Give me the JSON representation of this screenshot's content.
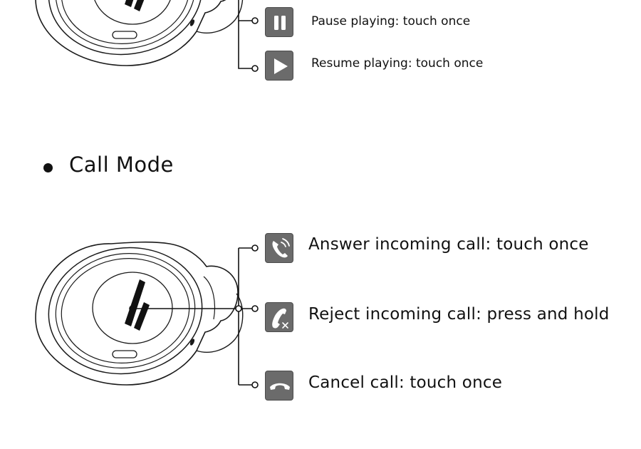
{
  "colors": {
    "icon_bg": "#6b6b6b",
    "line": "#111111",
    "background": "#ffffff"
  },
  "music_controls": [
    {
      "icon": "pause-icon",
      "label": "Pause playing: touch once"
    },
    {
      "icon": "play-icon",
      "label": "Resume playing: touch once"
    }
  ],
  "call_mode": {
    "heading": "Call Mode",
    "controls": [
      {
        "icon": "answer-call-icon",
        "label": "Answer incoming call: touch once"
      },
      {
        "icon": "reject-call-icon",
        "label": "Reject incoming call: press and hold"
      },
      {
        "icon": "hang-up-icon",
        "label": "Cancel call: touch once"
      }
    ]
  }
}
